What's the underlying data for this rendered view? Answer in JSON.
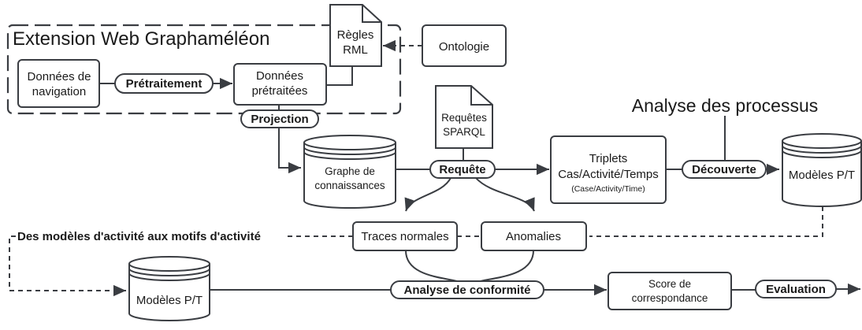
{
  "extension": {
    "title": "Extension Web Graphaméléon"
  },
  "docs": {
    "rml": [
      "Règles",
      "RML"
    ],
    "sparql": [
      "Requêtes",
      "SPARQL"
    ]
  },
  "nodes": {
    "ontologie": "Ontologie",
    "donnees_navigation": [
      "Données de",
      "navigation"
    ],
    "donnees_pretraitees": [
      "Données",
      "prétraitées"
    ],
    "graphe": [
      "Graphe de",
      "connaissances"
    ],
    "triplets": [
      "Triplets",
      "Cas/Activité/Temps",
      "(Case/Activity/Time)"
    ],
    "modeles_pt_top": "Modèles P/T",
    "modeles_pt_bottom": "Modèles P/T",
    "traces_normales": "Traces normales",
    "anomalies": "Anomalies",
    "score": [
      "Score de",
      "correspondance"
    ]
  },
  "steps": {
    "pretraitement": "Prétraitement",
    "projection": "Projection",
    "requete": "Requête",
    "decouverte": "Découverte",
    "analyse_conformite": "Analyse de conformité",
    "evaluation": "Evaluation"
  },
  "labels": {
    "analyse_processus": "Analyse des processus",
    "motifs": "Des modèles d'activité aux motifs d'activité"
  }
}
